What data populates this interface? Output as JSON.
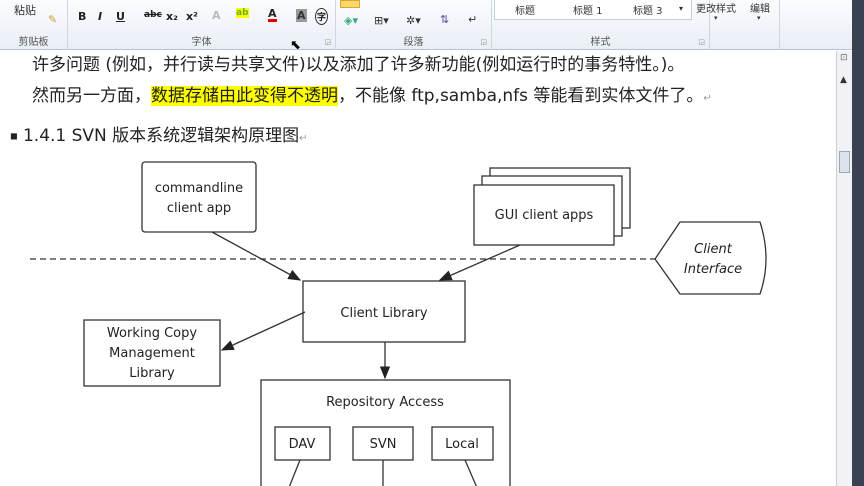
{
  "ribbon": {
    "clipboard": {
      "paste_label": "粘贴",
      "group_label": "剪贴板"
    },
    "font": {
      "group_label": "字体",
      "bold": "B",
      "italic": "I",
      "underline": "U",
      "strike": "abc",
      "subscript": "x₂",
      "superscript": "x²",
      "highlight": "ab",
      "font_color": "A",
      "char_shade": "A",
      "enclose": "字"
    },
    "paragraph": {
      "group_label": "段落"
    },
    "styles": {
      "group_label": "样式",
      "items": [
        "标题",
        "标题 1",
        "标题 3"
      ],
      "change_styles": "更改样式"
    },
    "editing": {
      "label": "编辑"
    }
  },
  "document": {
    "line1": "许多问题 (例如，并行读与共享文件)以及添加了许多新功能(例如运行时的事务特性。)。",
    "line2_a": "然而另一方面，",
    "line2_highlight": "数据存储由此变得不透明",
    "line2_b": "，不能像 ftp,samba,nfs 等能看到实体文件了。",
    "heading": "1.4.1 SVN 版本系统逻辑架构原理图",
    "highlight_color": "#ffff00"
  },
  "diagram": {
    "commandline": [
      "commandline",
      "client app"
    ],
    "gui": "GUI client apps",
    "client_interface": [
      "Client",
      "Interface"
    ],
    "client_library": "Client Library",
    "working_copy": [
      "Working Copy",
      "Management",
      "Library"
    ],
    "repository_access": "Repository Access",
    "dav": "DAV",
    "svn": "SVN",
    "local": "Local"
  }
}
